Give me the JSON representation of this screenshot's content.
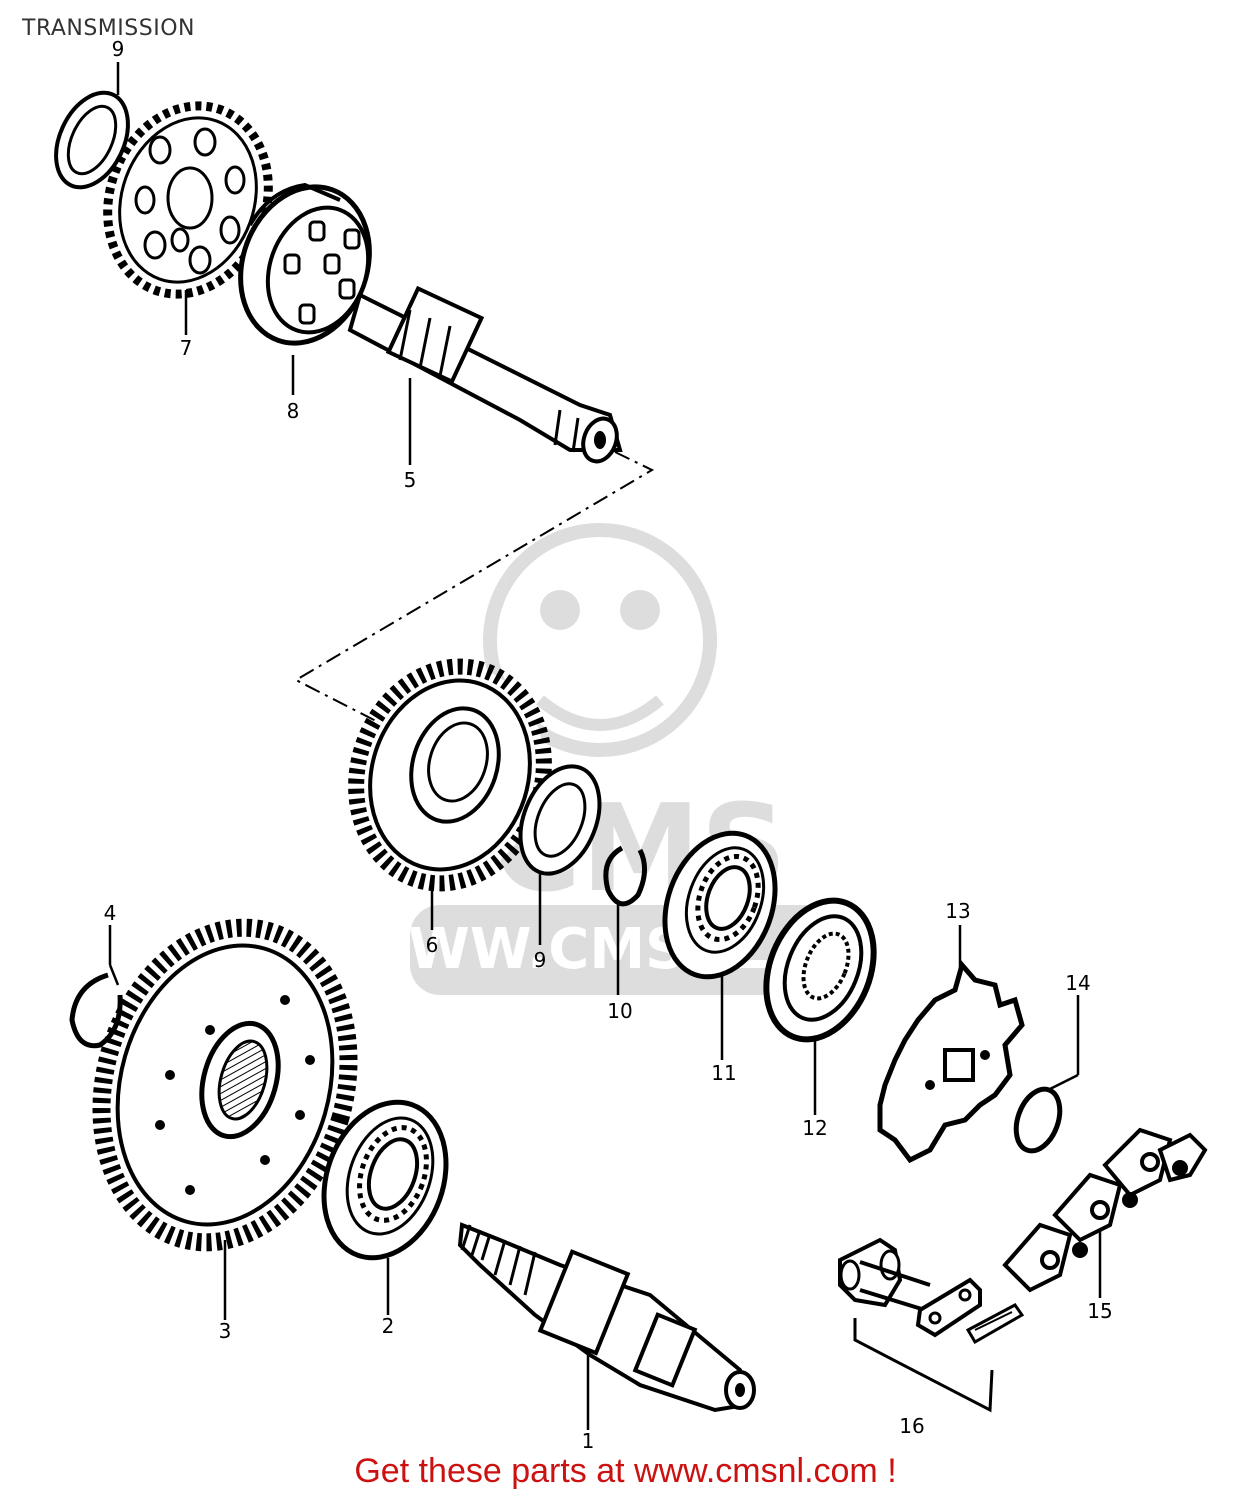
{
  "header": {
    "title": "TRANSMISSION"
  },
  "parts": [
    {
      "id": "p1",
      "label": "1"
    },
    {
      "id": "p2",
      "label": "2"
    },
    {
      "id": "p3",
      "label": "3"
    },
    {
      "id": "p4",
      "label": "4"
    },
    {
      "id": "p5",
      "label": "5"
    },
    {
      "id": "p6",
      "label": "6"
    },
    {
      "id": "p7",
      "label": "7"
    },
    {
      "id": "p8",
      "label": "8"
    },
    {
      "id": "p9a",
      "label": "9"
    },
    {
      "id": "p9b",
      "label": "9"
    },
    {
      "id": "p10",
      "label": "10"
    },
    {
      "id": "p11",
      "label": "11"
    },
    {
      "id": "p12",
      "label": "12"
    },
    {
      "id": "p13",
      "label": "13"
    },
    {
      "id": "p14",
      "label": "14"
    },
    {
      "id": "p15",
      "label": "15"
    },
    {
      "id": "p16",
      "label": "16"
    }
  ],
  "watermark": {
    "text": "CMS",
    "url": "WWW.CMSNL.COM"
  },
  "footer": {
    "text": "Get these parts at www.cmsnl.com !",
    "color": "#cc1111"
  }
}
